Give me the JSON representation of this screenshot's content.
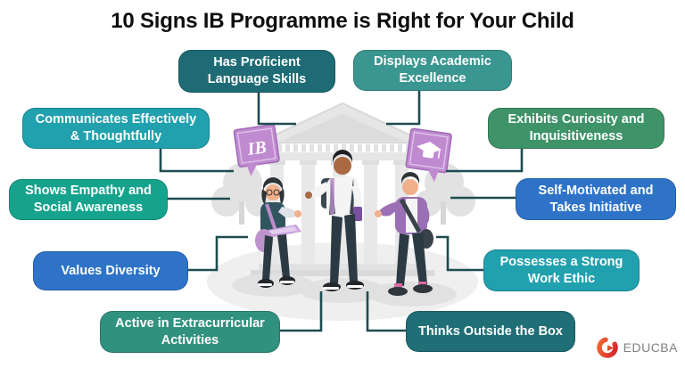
{
  "title": "10 Signs IB Programme is Right for Your Child",
  "signs": [
    {
      "label": "Has Proficient Language Skills",
      "color": "#1e6b75"
    },
    {
      "label": "Displays Academic Excellence",
      "color": "#3a9690"
    },
    {
      "label": "Communicates Effectively & Thoughtfully",
      "color": "#21a0ae"
    },
    {
      "label": "Exhibits Curiosity and Inquisitiveness",
      "color": "#3e9368"
    },
    {
      "label": "Shows Empathy and Social Awareness",
      "color": "#16a38d"
    },
    {
      "label": "Self-Motivated and Takes Initiative",
      "color": "#2e73c8"
    },
    {
      "label": "Values Diversity",
      "color": "#2e73c8"
    },
    {
      "label": "Possesses a Strong Work Ethic",
      "color": "#21a0ae"
    },
    {
      "label": "Active in Extracurricular Activities",
      "color": "#31917f"
    },
    {
      "label": "Thinks Outside the Box",
      "color": "#206e76"
    }
  ],
  "illustration": {
    "connector_color": "#1d4d50",
    "ib_flag_text": "IB",
    "flag_color": "#c08ad0"
  },
  "logo": {
    "brand": "EDUCBA",
    "accent": "#e8432e",
    "text_color": "#808285"
  }
}
